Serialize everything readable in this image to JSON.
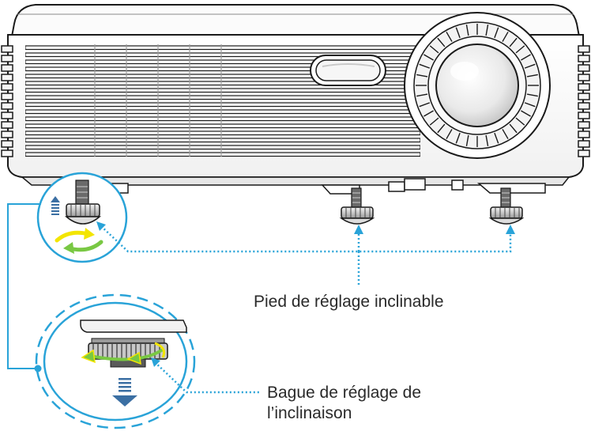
{
  "labels": {
    "tilt_foot": "Pied de réglage inclinable",
    "tilt_ring_line1": "Bague de réglage de",
    "tilt_ring_line2": "l’inclinaison"
  },
  "colors": {
    "callout_blue": "#29a3d8",
    "arrow_yellow": "#f3e500",
    "arrow_green": "#79c843",
    "arrow_down": "#3b6fa3",
    "outline": "#1a1a1a"
  },
  "icons": {
    "rotate": "rotate-arrows-icon",
    "up": "arrow-up-icon",
    "down": "arrow-down-icon"
  }
}
